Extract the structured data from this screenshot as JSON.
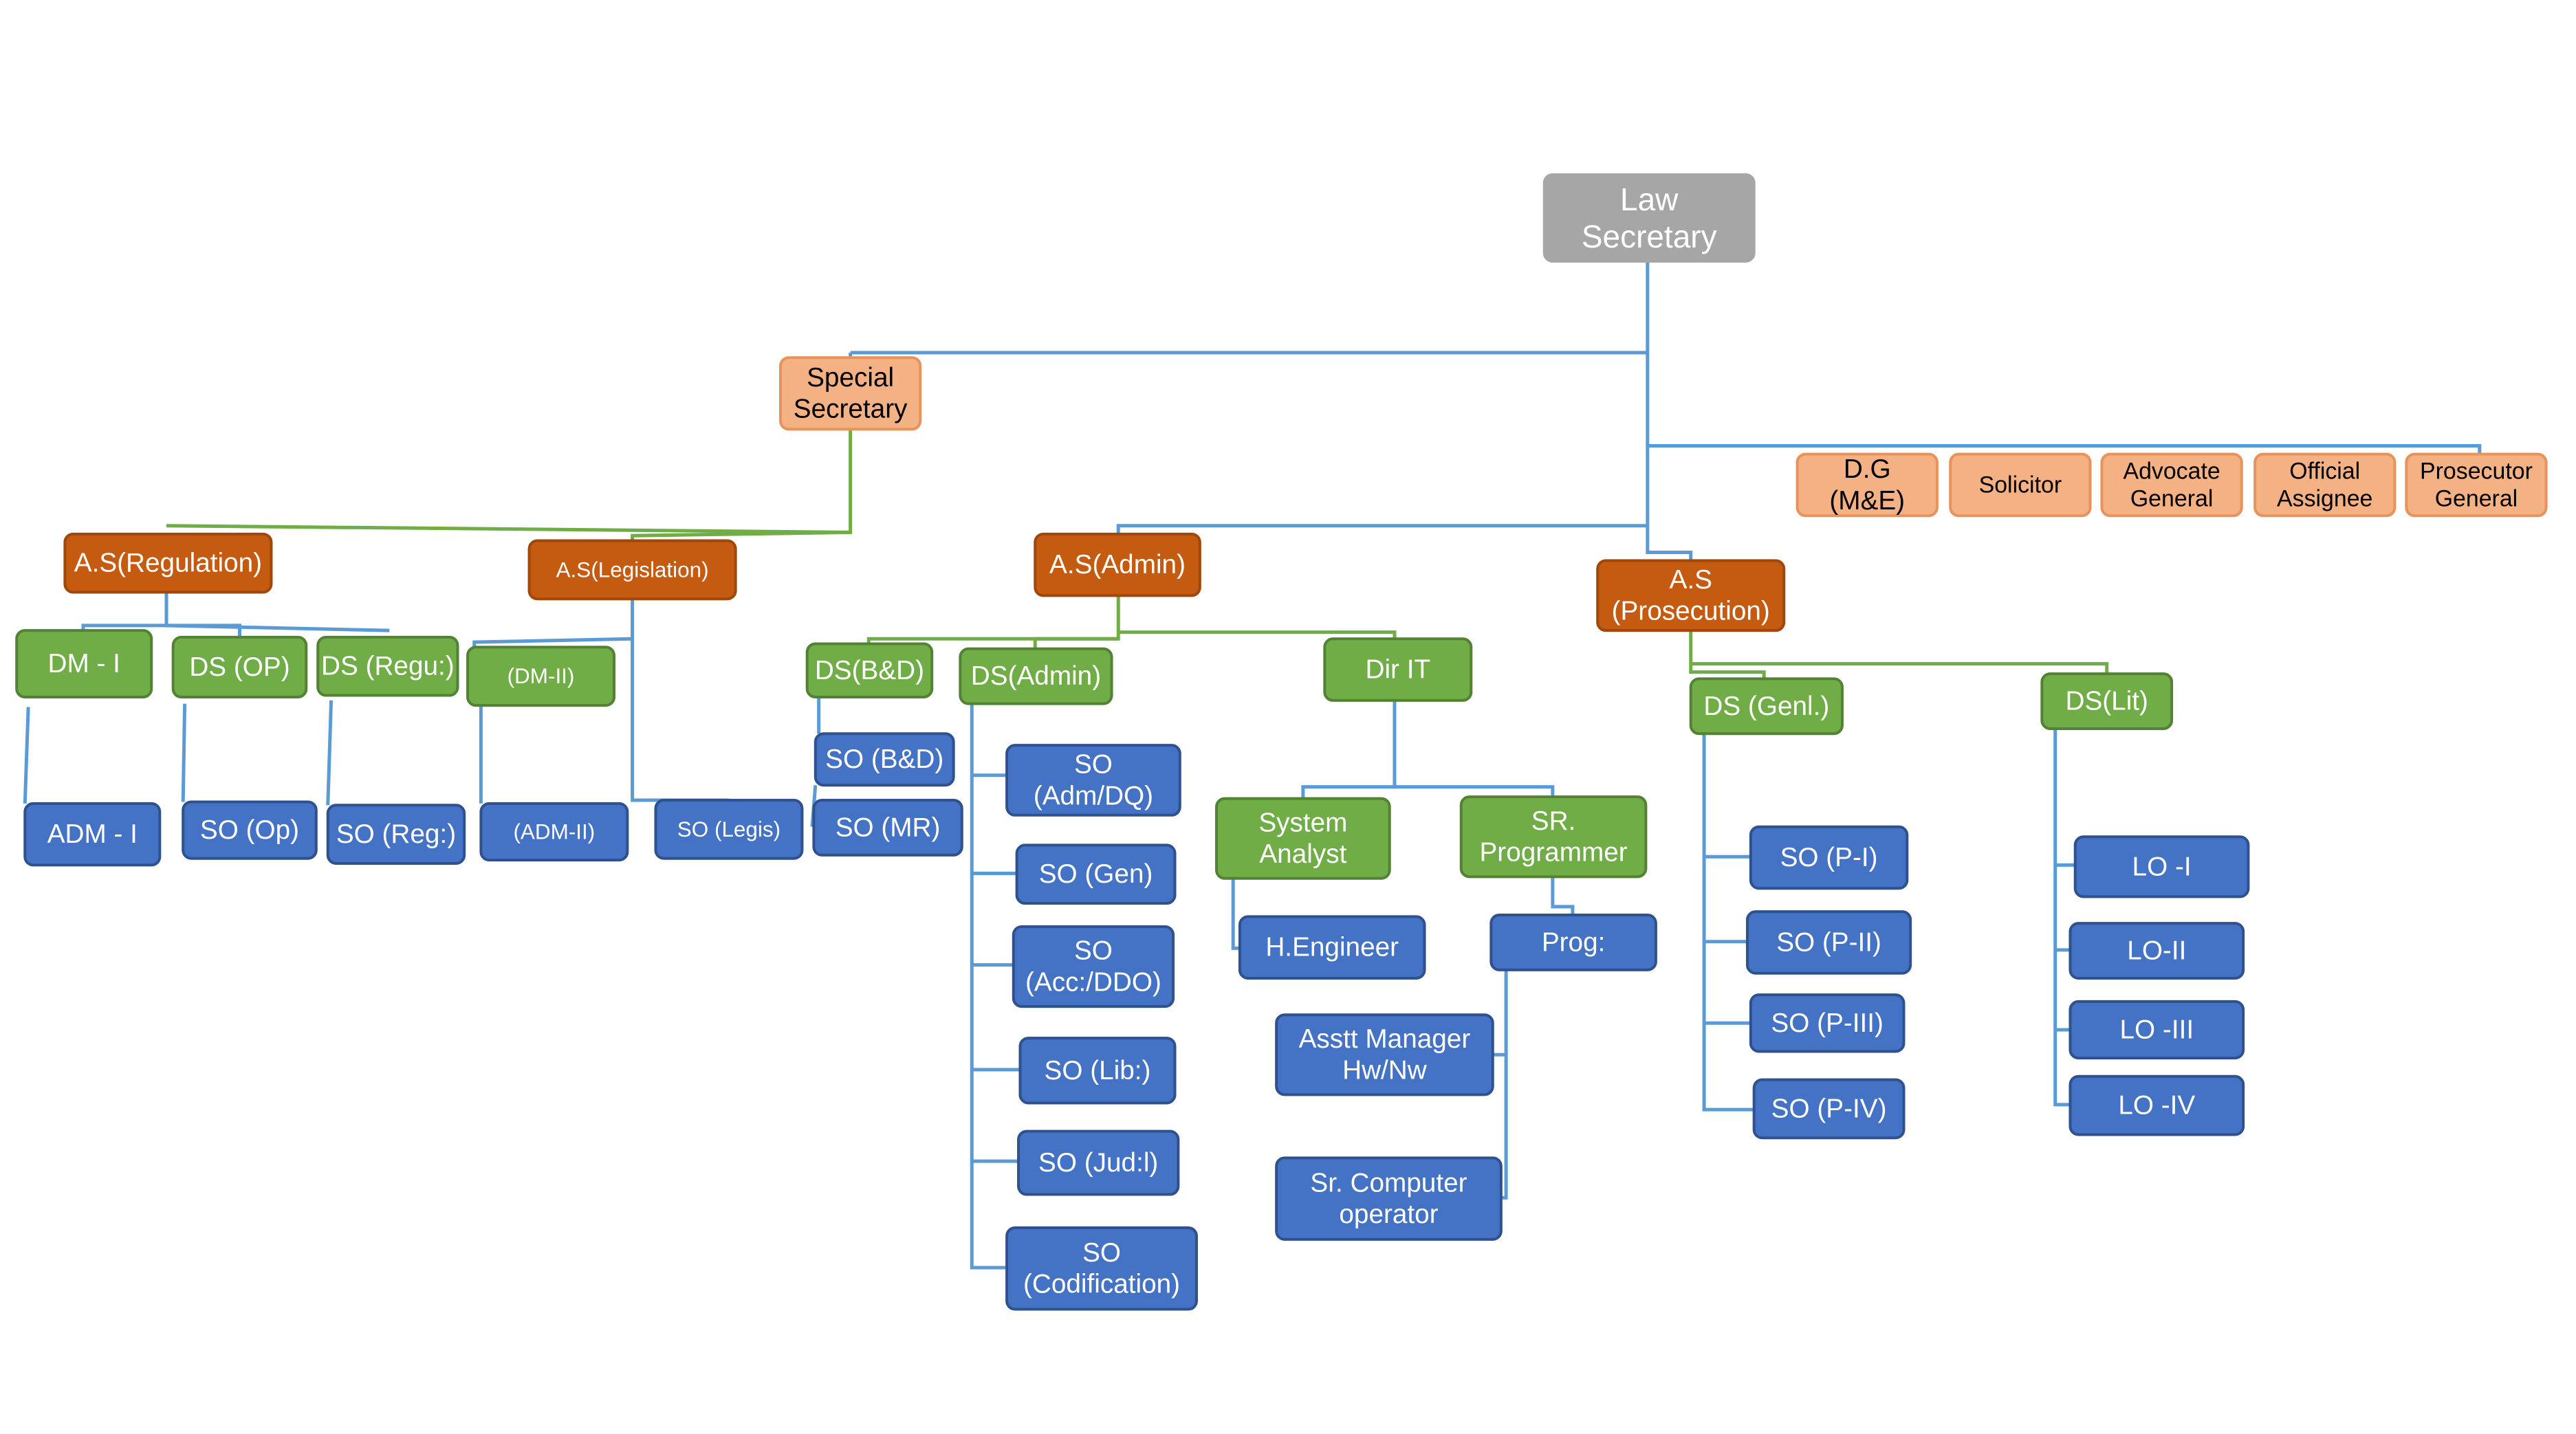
{
  "colors": {
    "gray": "#a6a6a6",
    "peach": "#f4b183",
    "peach_stroke": "#e8935b",
    "rust": "#c55a11",
    "rust_stroke": "#a0470c",
    "green": "#70ad47",
    "green_stroke": "#548235",
    "blue": "#4472c4",
    "blue_stroke": "#2f528f",
    "line_blue": "#5b9bd5",
    "line_green": "#70ad47",
    "text_light": "#ffffff",
    "text_dark": "#000000"
  },
  "nodes": {
    "law_secretary": [
      "Law",
      "Secretary"
    ],
    "special_secretary": [
      "Special",
      "Secretary"
    ],
    "dg_me": [
      "D.G",
      "(M&E)"
    ],
    "solicitor": [
      "Solicitor"
    ],
    "advocate_general": [
      "Advocate",
      "General"
    ],
    "official_assignee": [
      "Official",
      "Assignee"
    ],
    "prosecutor_general": [
      "Prosecutor",
      "General"
    ],
    "as_regulation": [
      "A.S(Regulation)"
    ],
    "as_legislation": [
      "A.S(Legislation)"
    ],
    "as_admin": [
      "A.S(Admin)"
    ],
    "as_prosecution": [
      "A.S",
      "(Prosecution)"
    ],
    "dm_i": [
      "DM - I"
    ],
    "ds_op": [
      "DS (OP)"
    ],
    "ds_regu": [
      "DS (Regu:)"
    ],
    "dm_ii": [
      "(DM-II)"
    ],
    "adm_i": [
      "ADM - I"
    ],
    "so_op": [
      "SO (Op)"
    ],
    "so_reg": [
      "SO (Reg:)"
    ],
    "adm_ii": [
      "(ADM-II)"
    ],
    "so_legis": [
      "SO (Legis)"
    ],
    "ds_bd": [
      "DS(B&D)"
    ],
    "ds_admin": [
      "DS(Admin)"
    ],
    "dir_it": [
      "Dir IT"
    ],
    "so_bd": [
      "SO (B&D)"
    ],
    "so_mr": [
      "SO (MR)"
    ],
    "so_adm_dq": [
      "SO",
      "(Adm/DQ)"
    ],
    "so_gen": [
      "SO (Gen)"
    ],
    "so_acc_ddo": [
      "SO",
      "(Acc:/DDO)"
    ],
    "so_lib": [
      "SO (Lib:)"
    ],
    "so_jud": [
      "SO (Jud:l)"
    ],
    "so_codification": [
      "SO",
      "(Codification)"
    ],
    "system_analyst": [
      "System",
      "Analyst"
    ],
    "sr_programmer": [
      "SR.",
      "Programmer"
    ],
    "h_engineer": [
      "H.Engineer"
    ],
    "prog": [
      "Prog:"
    ],
    "asstt_manager": [
      "Asstt Manager",
      "Hw/Nw"
    ],
    "sr_computer_operator": [
      "Sr. Computer",
      "operator"
    ],
    "ds_genl": [
      "DS (Genl.)"
    ],
    "ds_lit": [
      "DS(Lit)"
    ],
    "so_p_i": [
      "SO (P-I)"
    ],
    "so_p_ii": [
      "SO (P-II)"
    ],
    "so_p_iii": [
      "SO (P-III)"
    ],
    "so_p_iv": [
      "SO (P-IV)"
    ],
    "lo_i": [
      "LO -I"
    ],
    "lo_ii": [
      "LO-II"
    ],
    "lo_iii": [
      "LO -III"
    ],
    "lo_iv": [
      "LO -IV"
    ]
  }
}
